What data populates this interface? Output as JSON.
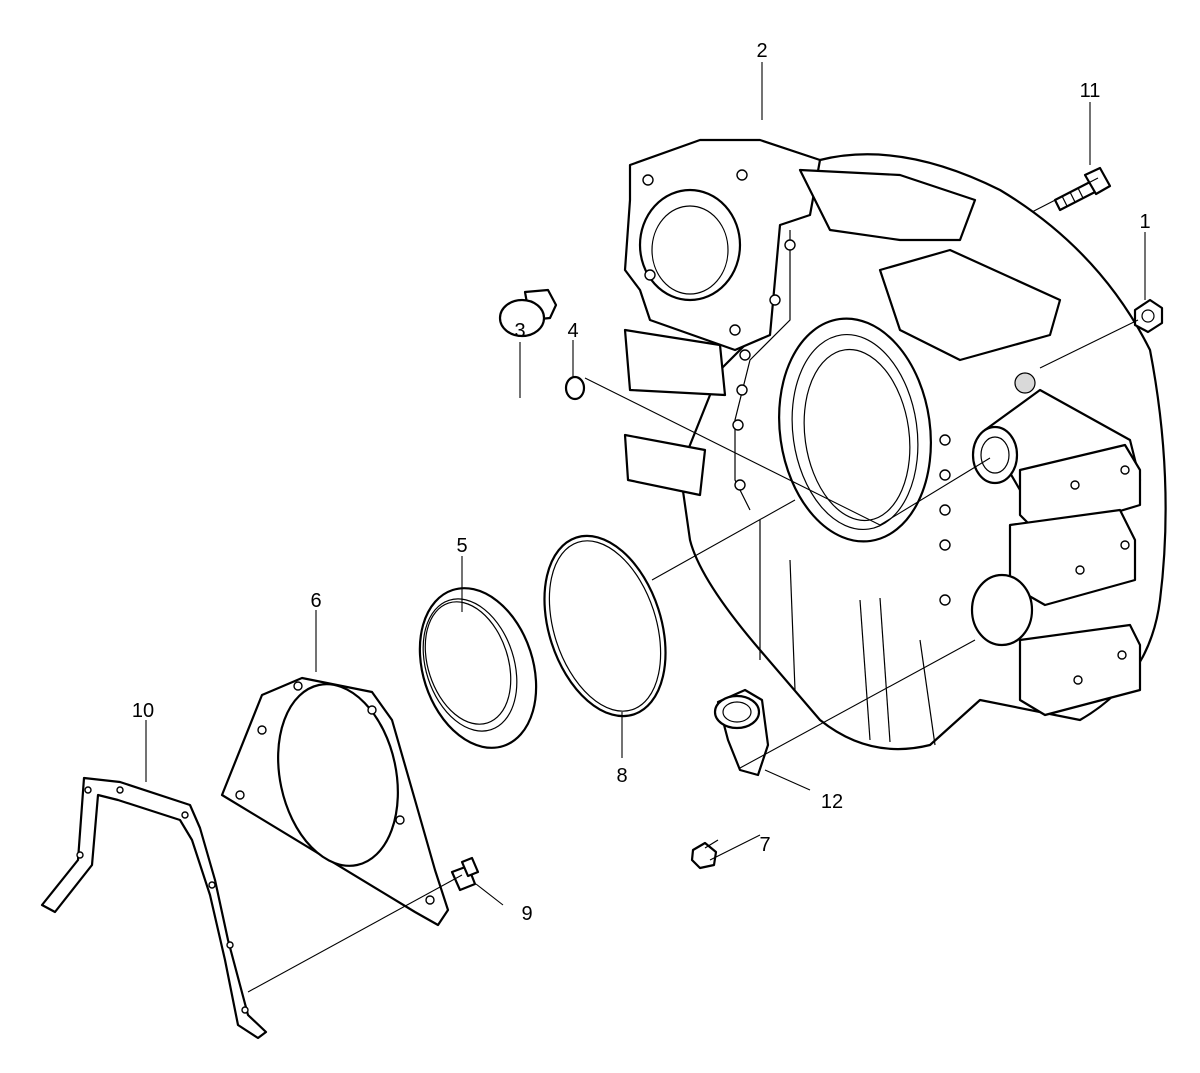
{
  "callouts": [
    {
      "id": "1",
      "text": "1"
    },
    {
      "id": "2",
      "text": "2"
    },
    {
      "id": "3",
      "text": "3"
    },
    {
      "id": "4",
      "text": "4"
    },
    {
      "id": "5",
      "text": "5"
    },
    {
      "id": "6",
      "text": "6"
    },
    {
      "id": "7",
      "text": "7"
    },
    {
      "id": "8",
      "text": "8"
    },
    {
      "id": "9",
      "text": "9"
    },
    {
      "id": "10",
      "text": "10"
    },
    {
      "id": "11",
      "text": "11"
    },
    {
      "id": "12",
      "text": "12"
    }
  ],
  "colors": {
    "line": "#000000",
    "background": "#ffffff"
  }
}
